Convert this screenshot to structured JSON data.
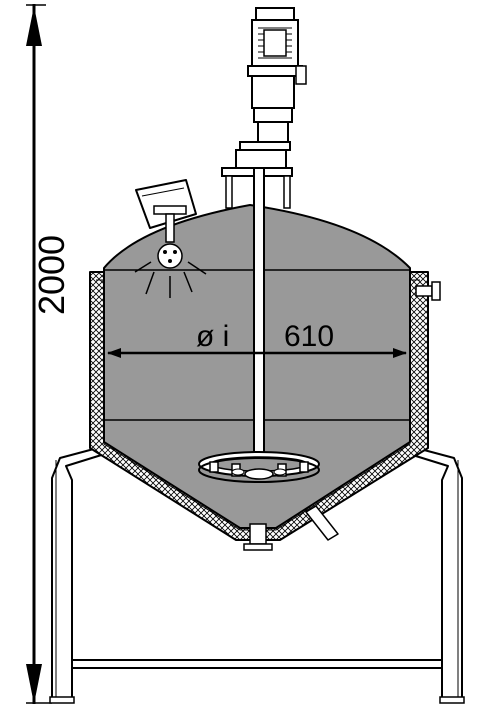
{
  "dimensions": {
    "height_label": "2000",
    "diameter_symbol": "ø i",
    "diameter_value": "610"
  },
  "colors": {
    "line": "#000000",
    "vessel_fill": "#999999",
    "frame_fill": "#ffffff",
    "jacket_hatch": "#000000"
  }
}
